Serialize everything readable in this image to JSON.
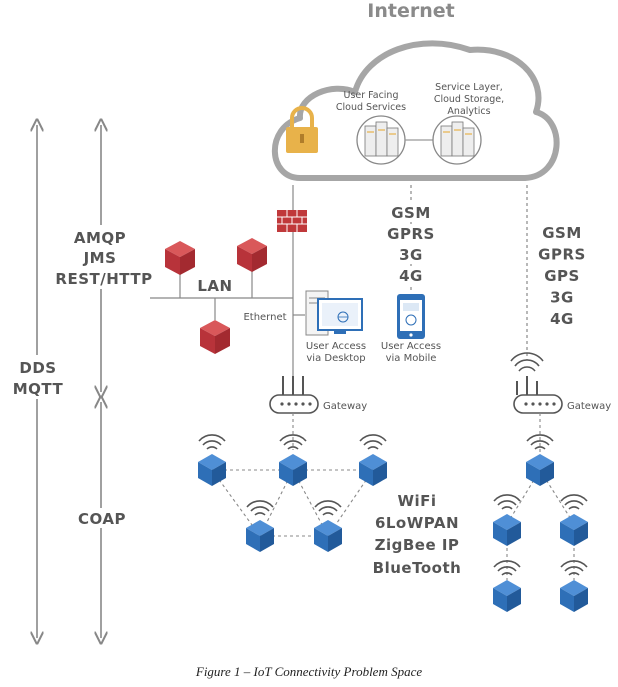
{
  "internet": {
    "title": "Internet",
    "user_facing": [
      "User Facing",
      "Cloud Services"
    ],
    "service_layer": [
      "Service Layer,",
      "Cloud Storage,",
      "Analytics"
    ]
  },
  "protocols": {
    "upper": [
      "AMQP",
      "JMS",
      "REST/HTTP"
    ],
    "outer": [
      "DDS",
      "MQTT"
    ],
    "lower": "COAP"
  },
  "lan": {
    "label": "LAN",
    "ethernet": "Ethernet"
  },
  "access": {
    "desktop": [
      "User Access",
      "via Desktop"
    ],
    "mobile": [
      "User Access",
      "via Mobile"
    ]
  },
  "cellular_mid": [
    "GSM",
    "GPRS",
    "3G",
    "4G"
  ],
  "cellular_right": [
    "GSM",
    "GPRS",
    "GPS",
    "3G",
    "4G"
  ],
  "gateway_label": "Gateway",
  "wireless": [
    "WiFi",
    "6LoWPAN",
    "ZigBee IP",
    "BlueTooth"
  ],
  "caption": "Figure 1 – IoT Connectivity Problem Space",
  "colors": {
    "red_device": "#c0393b",
    "blue_node": "#2e6fb7",
    "lock": "#e8b24a",
    "text_gray": "#555555",
    "cloud_stroke": "#999999"
  }
}
